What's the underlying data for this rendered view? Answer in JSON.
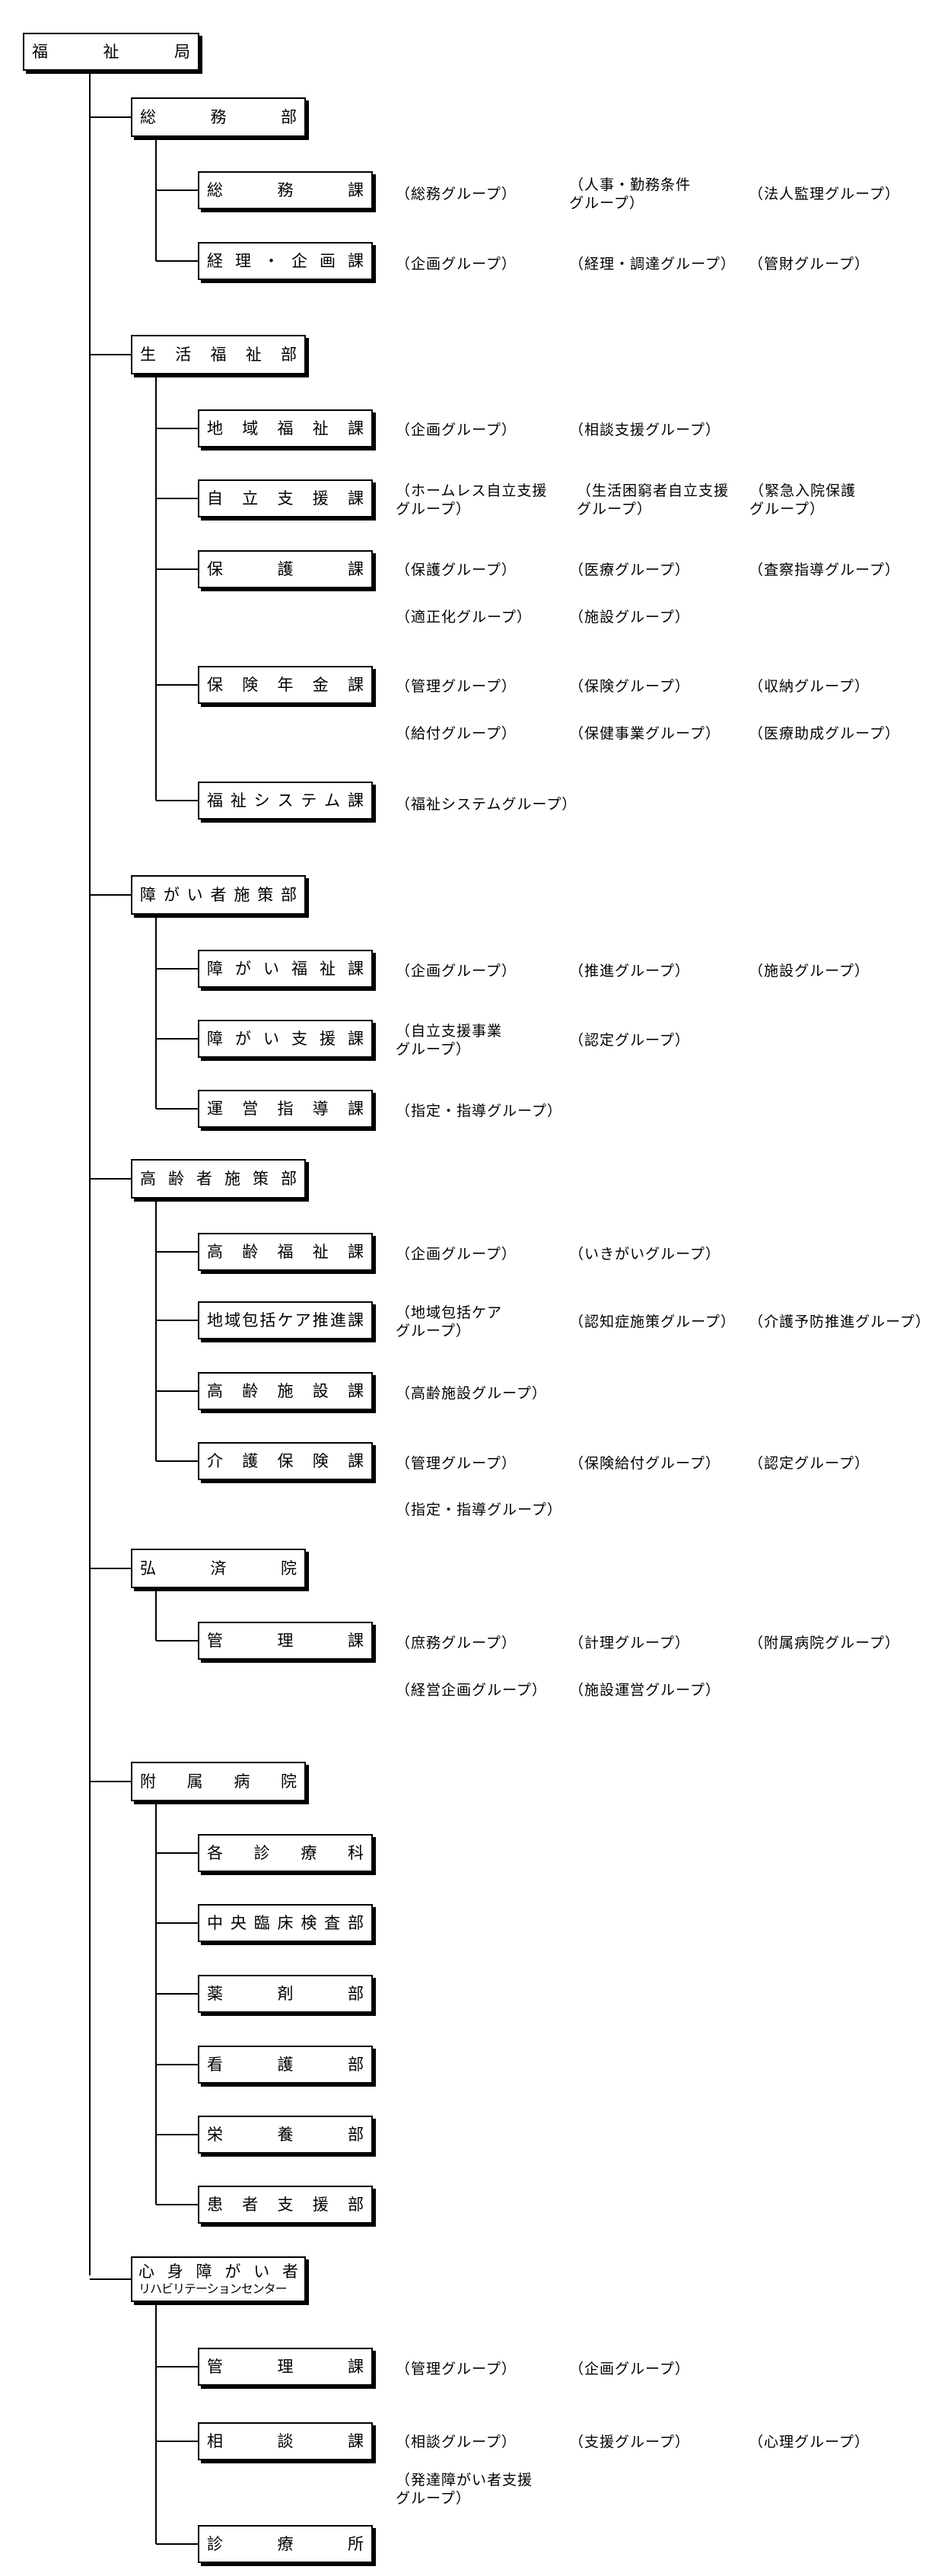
{
  "root": "福祉局",
  "departments": [
    {
      "name": "総務部",
      "sections": [
        {
          "name": "総務課",
          "groups": [
            "（総務グループ）",
            "（人事・勤務条件\nグループ）",
            "（法人監理グループ）"
          ]
        },
        {
          "name": "経理・企画課",
          "groups": [
            "（企画グループ）",
            "（経理・調達グループ）",
            "（管財グループ）"
          ]
        }
      ]
    },
    {
      "name": "生活福祉部",
      "sections": [
        {
          "name": "地域福祉課",
          "groups": [
            "（企画グループ）",
            "（相談支援グループ）"
          ]
        },
        {
          "name": "自立支援課",
          "groups": [
            "（ホームレス自立支援\nグループ）",
            "（生活困窮者自立支援\nグループ）",
            "（緊急入院保護\nグループ）"
          ]
        },
        {
          "name": "保護課",
          "groups": [
            "（保護グループ）",
            "（医療グループ）",
            "（査察指導グループ）",
            "（適正化グループ）",
            "（施設グループ）"
          ]
        },
        {
          "name": "保険年金課",
          "groups": [
            "（管理グループ）",
            "（保険グループ）",
            "（収納グループ）",
            "（給付グループ）",
            "（保健事業グループ）",
            "（医療助成グループ）"
          ]
        },
        {
          "name": "福祉システム課",
          "groups": [
            "（福祉システムグループ）"
          ]
        }
      ]
    },
    {
      "name": "障がい者施策部",
      "sections": [
        {
          "name": "障がい福祉課",
          "groups": [
            "（企画グループ）",
            "（推進グループ）",
            "（施設グループ）"
          ]
        },
        {
          "name": "障がい支援課",
          "groups": [
            "（自立支援事業\nグループ）",
            "（認定グループ）"
          ]
        },
        {
          "name": "運営指導課",
          "groups": [
            "（指定・指導グループ）"
          ]
        }
      ]
    },
    {
      "name": "高齢者施策部",
      "sections": [
        {
          "name": "高齢福祉課",
          "groups": [
            "（企画グループ）",
            "（いきがいグループ）"
          ]
        },
        {
          "name": "地域包括ケア推進課",
          "groups": [
            "（地域包括ケア\nグループ）",
            "（認知症施策グループ）",
            "（介護予防推進グループ）"
          ]
        },
        {
          "name": "高齢施設課",
          "groups": [
            "（高齢施設グループ）"
          ]
        },
        {
          "name": "介護保険課",
          "groups": [
            "（管理グループ）",
            "（保険給付グループ）",
            "（認定グループ）",
            "（指定・指導グループ）"
          ]
        }
      ]
    },
    {
      "name": "弘済院",
      "sections": [
        {
          "name": "管理課",
          "groups": [
            "（庶務グループ）",
            "（計理グループ）",
            "（附属病院グループ）",
            "（経営企画グループ）",
            "（施設運営グループ）"
          ]
        }
      ]
    },
    {
      "name": "附属病院",
      "sections": [
        {
          "name": "各診療科",
          "groups": []
        },
        {
          "name": "中央臨床検査部",
          "groups": []
        },
        {
          "name": "薬剤部",
          "groups": []
        },
        {
          "name": "看護部",
          "groups": []
        },
        {
          "name": "栄養部",
          "groups": []
        },
        {
          "name": "患者支援部",
          "groups": []
        }
      ]
    },
    {
      "name": "心身障がい者",
      "name_line2": "リハビリテーションセンター",
      "sections": [
        {
          "name": "管理課",
          "groups": [
            "（管理グループ）",
            "（企画グループ）"
          ]
        },
        {
          "name": "相談課",
          "groups": [
            "（相談グループ）",
            "（支援グループ）",
            "（心理グループ）",
            "（発達障がい者支援\nグループ）"
          ]
        },
        {
          "name": "診療所",
          "groups": []
        }
      ]
    }
  ]
}
